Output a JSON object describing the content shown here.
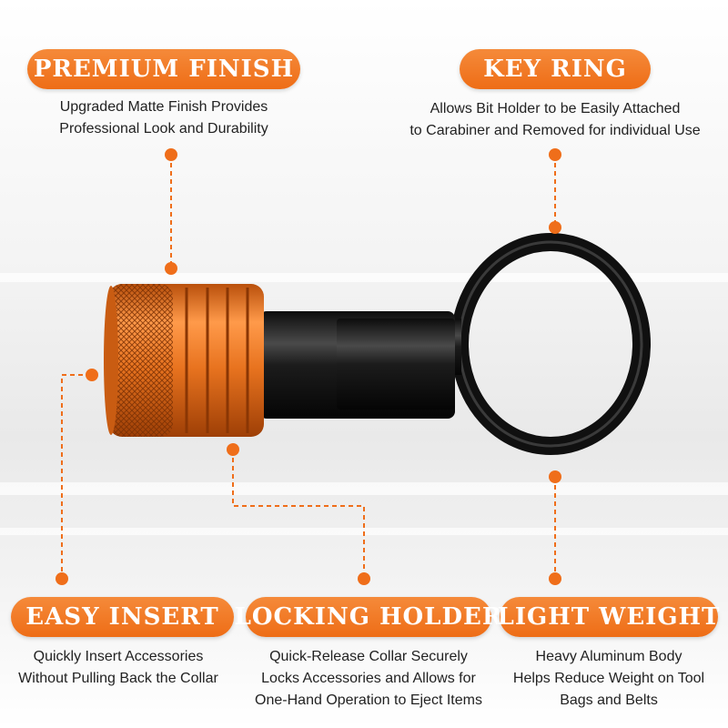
{
  "features": {
    "premium_finish": {
      "title": "PREMIUM FINISH",
      "lines": [
        "Upgraded Matte Finish Provides",
        "Professional Look and Durability"
      ]
    },
    "key_ring": {
      "title": "KEY RING",
      "lines": [
        "Allows Bit Holder to be Easily Attached",
        "to Carabiner and Removed for individual Use"
      ]
    },
    "easy_insert": {
      "title": "EASY INSERT",
      "lines": [
        "Quickly Insert Accessories",
        "Without Pulling Back the Collar"
      ]
    },
    "locking_holder": {
      "title": "LOCKING HOLDER",
      "lines": [
        "Quick-Release Collar Securely",
        "Locks Accessories and Allows for",
        "One-Hand Operation to Eject Items"
      ]
    },
    "light_weight": {
      "title": "LIGHT WEIGHT",
      "lines": [
        "Heavy Aluminum Body",
        "Helps Reduce Weight on Tool",
        "Bags and Belts"
      ]
    }
  },
  "colors": {
    "accent": "#ef6e1a",
    "collar": "#e8731f",
    "shank": "#1a1a1a"
  }
}
